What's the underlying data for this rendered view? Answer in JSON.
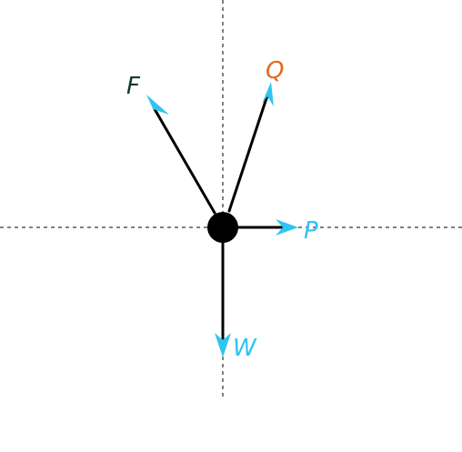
{
  "diagram": {
    "forces": [
      {
        "label": "F",
        "color": "#0f3a2e",
        "label_color": "#0f3a2e",
        "arrow_color": "#2ec4f3"
      },
      {
        "label": "Q",
        "color": "#e36a1e",
        "label_color": "#e36a1e",
        "arrow_color": "#2ec4f3"
      },
      {
        "label": "P",
        "color": "#2ec4f3",
        "label_color": "#2ec4f3",
        "arrow_color": "#2ec4f3"
      },
      {
        "label": "W",
        "color": "#2ec4f3",
        "label_color": "#2ec4f3",
        "arrow_color": "#2ec4f3"
      }
    ],
    "body_color": "#000000",
    "axis_style": "dashed"
  }
}
